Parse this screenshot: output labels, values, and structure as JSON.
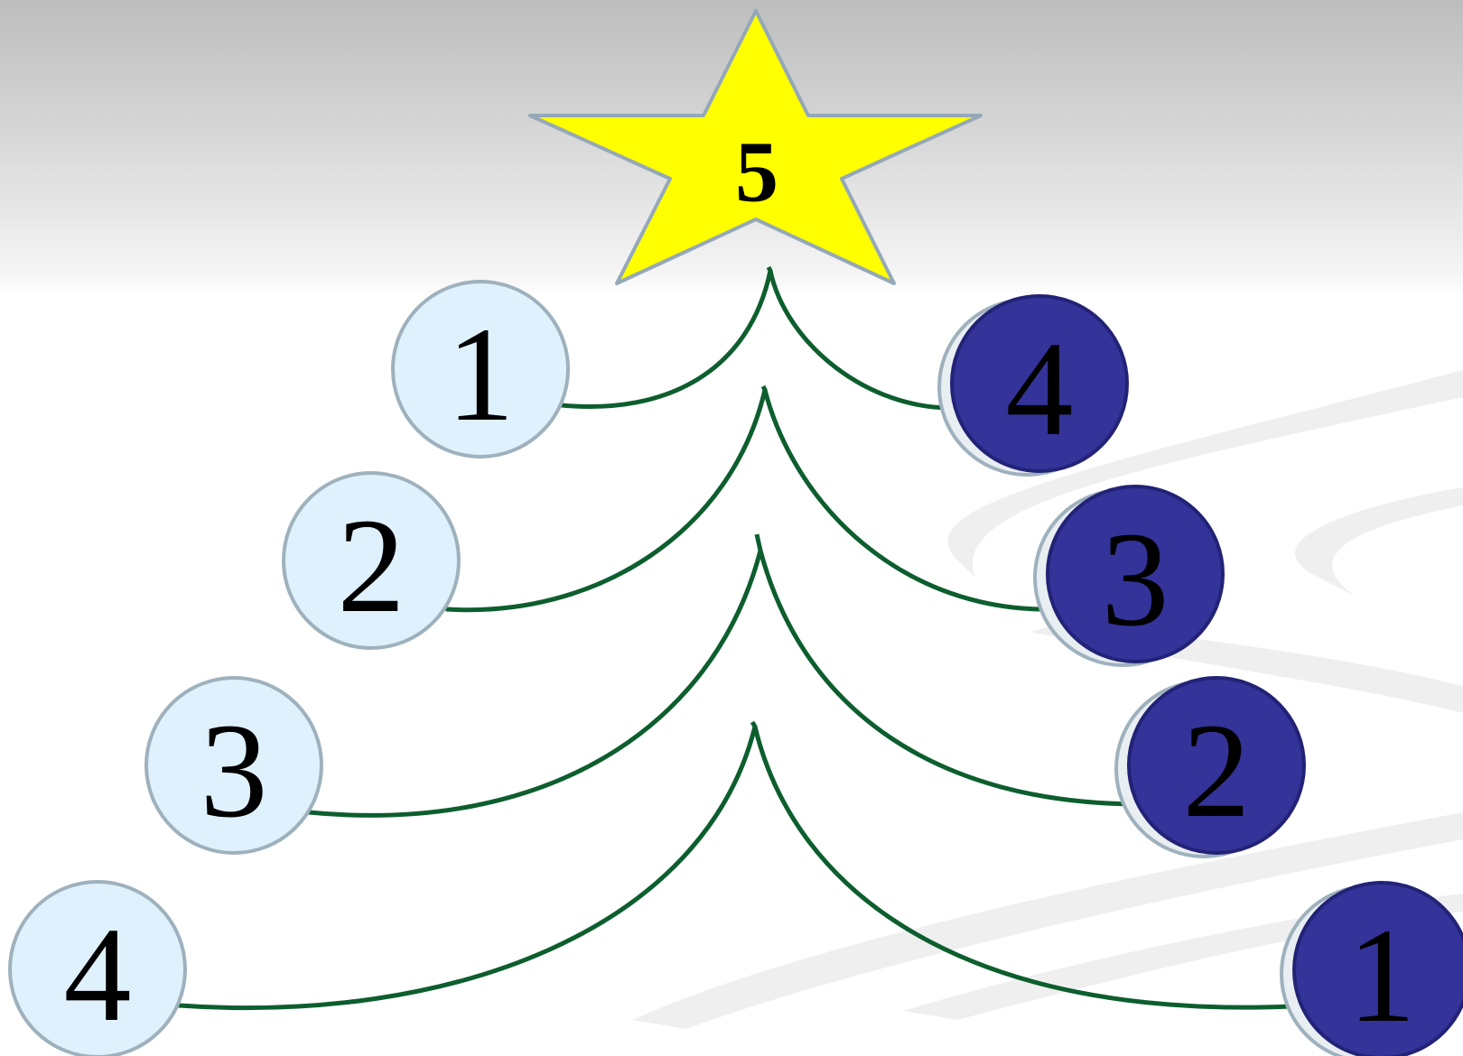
{
  "star": {
    "label": "5",
    "fill": "#ffff00",
    "stroke": "#94a8b8"
  },
  "left_ornaments": [
    {
      "label": "1"
    },
    {
      "label": "2"
    },
    {
      "label": "3"
    },
    {
      "label": "4"
    }
  ],
  "right_ornaments": [
    {
      "label": "4"
    },
    {
      "label": "3"
    },
    {
      "label": "2"
    },
    {
      "label": "1"
    }
  ],
  "colors": {
    "branch": "#0d5e2e",
    "left_ornament_fill": "#dff1fc",
    "left_ornament_stroke": "#9eb1bd",
    "right_ornament_fill": "#333399",
    "right_ornament_stroke": "#222277",
    "right_ornament_shadow": "#9eb1bd"
  }
}
